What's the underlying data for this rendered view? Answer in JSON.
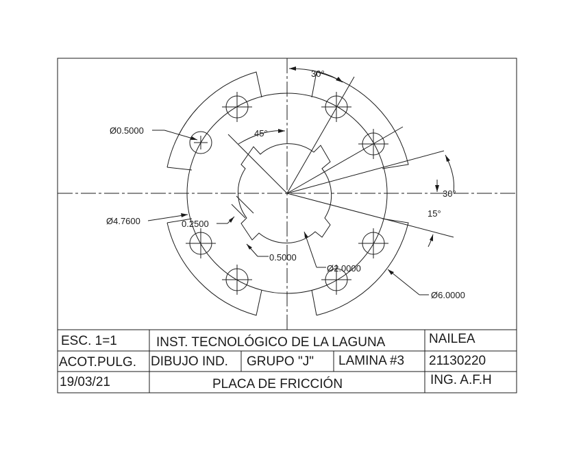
{
  "drawing": {
    "dimensions": {
      "angle_top": "30°",
      "angle_45": "45°",
      "angle_right": "30°",
      "angle_15": "15°",
      "hole_diameter": "Ø0.5000",
      "bolt_circle": "Ø4.7600",
      "key_width": "0.2500",
      "key_depth": "0.5000",
      "bore": "Ø2.0000",
      "outer": "Ø6.0000"
    }
  },
  "title_block": {
    "scale": "ESC. 1=1",
    "institution": "INST. TECNOLÓGICO DE LA LAGUNA",
    "author": "NAILEA",
    "units": "ACOT.PULG.",
    "subject": "DIBUJO IND.",
    "group": "GRUPO \"J\"",
    "sheet": "LAMINA #3",
    "student_id": "21130220",
    "date": "19/03/21",
    "title": "PLACA DE FRICCIÓN",
    "reviewer": "ING. A.F.H"
  }
}
